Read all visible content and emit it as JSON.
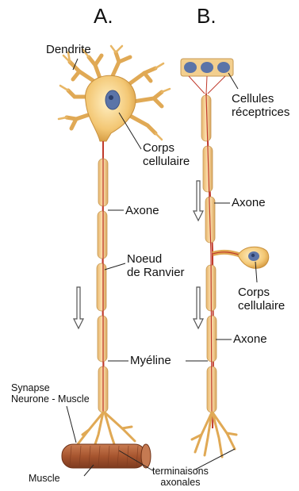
{
  "panels": {
    "a": "A.",
    "b": "B."
  },
  "labels_a": {
    "dendrite": "Dendrite",
    "corps_l1": "Corps",
    "corps_l2": "cellulaire",
    "axone": "Axone",
    "noeud_l1": "Noeud",
    "noeud_l2": "de Ranvier",
    "myeline": "Myéline",
    "synapse_l1": "Synapse",
    "synapse_l2": "Neurone - Muscle",
    "muscle": "Muscle",
    "term_l1": "terminaisons",
    "term_l2": "axonales"
  },
  "labels_b": {
    "cellules_l1": "Cellules",
    "cellules_l2": "réceptrices",
    "axone_top": "Axone",
    "corps_l1": "Corps",
    "corps_l2": "cellulaire",
    "axone_bottom": "Axone"
  },
  "colors": {
    "myelin": "#f2c98a",
    "myelin_edge": "#c79a55",
    "axon_core": "#c0392b",
    "nucleus": "#5b74a8",
    "muscle": "#a95a33"
  }
}
